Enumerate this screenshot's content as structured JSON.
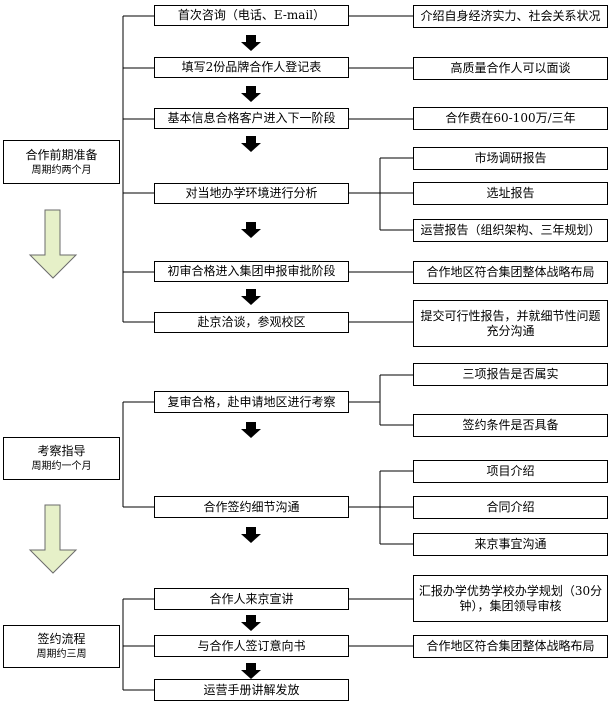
{
  "phases": [
    {
      "title": "合作前期准备",
      "period": "周期约两个月"
    },
    {
      "title": "考察指导",
      "period": "周期约一个月"
    },
    {
      "title": "签约流程",
      "period": "周期约三周"
    }
  ],
  "steps": [
    "首次咨询（电话、E-mail）",
    "填写2份品牌合作人登记表",
    "基本信息合格客户进入下一阶段",
    "对当地办学环境进行分析",
    "初审合格进入集团申报审批阶段",
    "赴京洽谈，参观校区",
    "复审合格，赴申请地区进行考察",
    "合作签约细节沟通",
    "合作人来京宣讲",
    "与合作人签订意向书",
    "运营手册讲解发放"
  ],
  "notes": [
    "介绍自身经济实力、社会关系状况",
    "高质量合作人可以面谈",
    "合作费在60-100万/三年",
    "市场调研报告",
    "选址报告",
    "运营报告（组织架构、三年规划）",
    "合作地区符合集团整体战略布局",
    "提交可行性报告，并就细节性问题充分沟通",
    "三项报告是否属实",
    "签约条件是否具备",
    "项目介绍",
    "合同介绍",
    "来京事宜沟通",
    "汇报办学优势学校办学规划（30分钟），集团领导审核",
    "合作地区符合集团整体战略布局"
  ]
}
